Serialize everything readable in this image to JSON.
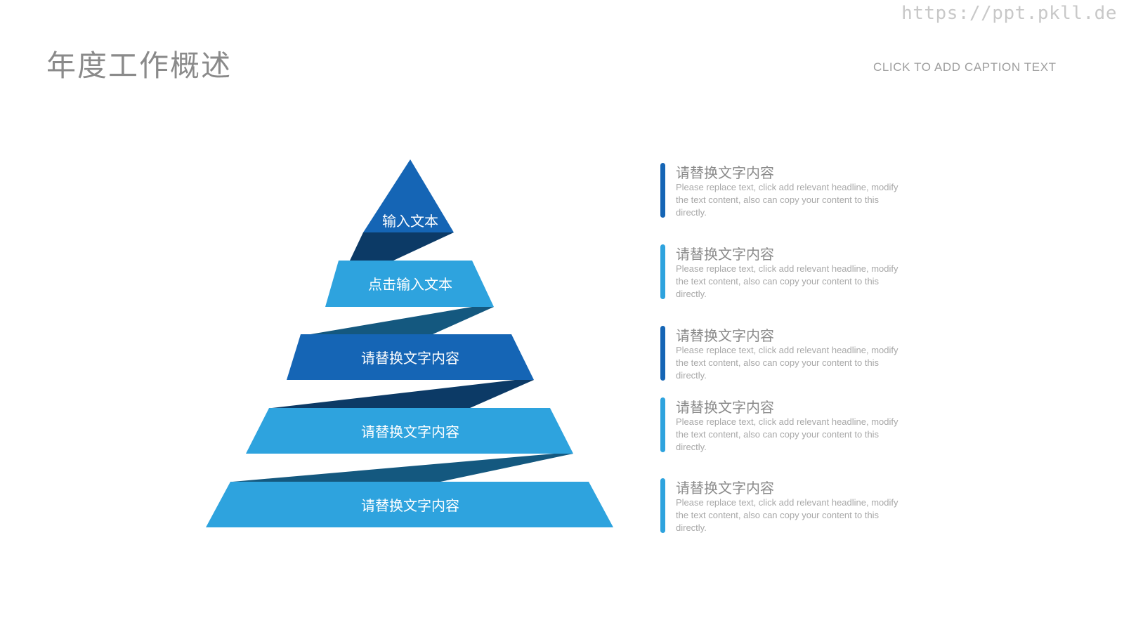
{
  "watermark": "https://ppt.pkll.de",
  "title": "年度工作概述",
  "caption": "CLICK TO ADD CAPTION TEXT",
  "pyramid": {
    "levels": [
      {
        "label": "输入文本",
        "color": "#1565b5"
      },
      {
        "label": "点击输入文本",
        "color": "#2ea3de"
      },
      {
        "label": "请替换文字内容",
        "color": "#1565b5"
      },
      {
        "label": "请替换文字内容",
        "color": "#2ea3de"
      },
      {
        "label": "请替换文字内容",
        "color": "#2ea3de"
      }
    ],
    "connector_colors": [
      "#0c3a66",
      "#14587f"
    ]
  },
  "items": [
    {
      "heading": "请替换文字内容",
      "body": "Please replace text, click add relevant headline, modify the text content, also can copy your content to this directly.",
      "bar_color": "#1565b5"
    },
    {
      "heading": "请替换文字内容",
      "body": "Please replace text, click add relevant headline, modify the text content, also can copy your content to this directly.",
      "bar_color": "#2ea3de"
    },
    {
      "heading": "请替换文字内容",
      "body": "Please replace text, click add relevant headline, modify the text content, also can copy your content to this directly.",
      "bar_color": "#1565b5"
    },
    {
      "heading": "请替换文字内容",
      "body": "Please replace text, click add relevant headline, modify the text content, also can copy your content to this directly.",
      "bar_color": "#2ea3de"
    },
    {
      "heading": "请替换文字内容",
      "body": "Please replace text, click add relevant headline, modify the text content, also can copy your content to this directly.",
      "bar_color": "#2ea3de"
    }
  ]
}
